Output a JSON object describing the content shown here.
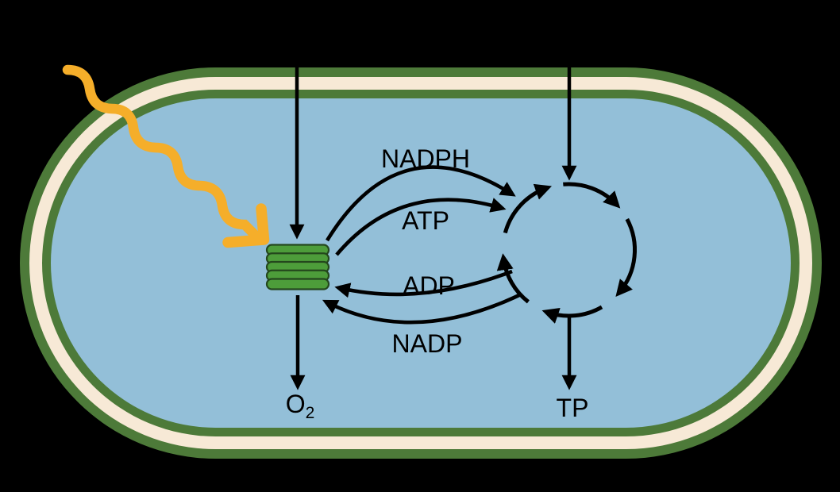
{
  "scene": {
    "title": "chloroplast-photosynthesis-diagram",
    "labels": {
      "nadph": "NADPH",
      "atp": "ATP",
      "adp": "ADP",
      "nadp": "NADP",
      "o2_main": "O",
      "o2_sub": "2",
      "tp": "TP"
    },
    "colors": {
      "background": "#000000",
      "membrane_green": "#4d7a39",
      "intermembrane_cream": "#f7e9d6",
      "stroma_blue": "#93bfd8",
      "thylakoid_fill": "#4d9d3a",
      "thylakoid_outline": "#24471d",
      "light_arrow_orange": "#f5ae2a",
      "arrow_black": "#000000"
    }
  }
}
